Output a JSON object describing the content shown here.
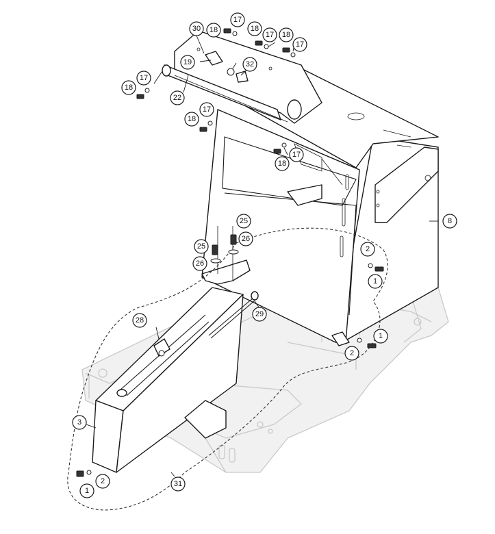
{
  "callouts": {
    "c30": "30",
    "c18a": "18",
    "c17a": "17",
    "c18b": "18",
    "c17b": "17",
    "c18c": "18",
    "c17c": "17",
    "c19": "19",
    "c32": "32",
    "c17d": "17",
    "c18d": "18",
    "c22": "22",
    "c17e": "17",
    "c18e": "18",
    "c18f": "18",
    "c17f": "17",
    "c8": "8",
    "c25a": "25",
    "c25b": "25",
    "c26a": "26",
    "c26b": "26",
    "c2a": "2",
    "c1a": "1",
    "c29": "29",
    "c28": "28",
    "c1b": "1",
    "c2b": "2",
    "c3": "3",
    "c1c": "1",
    "c2c": "2",
    "c31": "31"
  }
}
